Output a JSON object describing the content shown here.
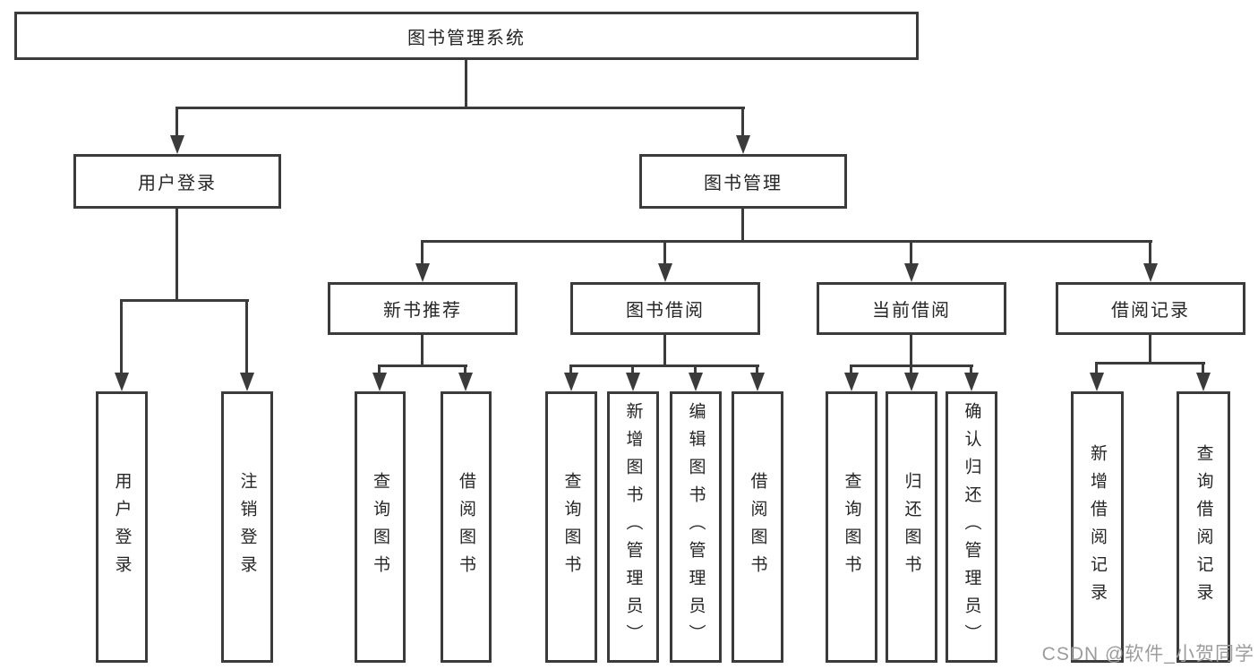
{
  "colors": {
    "line": "#3b3b3b",
    "text": "#262626",
    "watermark": "#9c9c9c",
    "background": "#ffffff"
  },
  "tree": {
    "root": "图书管理系统",
    "children": [
      {
        "label": "用户登录",
        "children": [
          "用户登录",
          "注销登录"
        ]
      },
      {
        "label": "图书管理",
        "children": [
          {
            "label": "新书推荐",
            "children": [
              "查询图书",
              "借阅图书"
            ]
          },
          {
            "label": "图书借阅",
            "children": [
              "查询图书",
              "新增图书（管理员）",
              "编辑图书（管理员）",
              "借阅图书"
            ]
          },
          {
            "label": "当前借阅",
            "children": [
              "查询图书",
              "归还图书",
              "确认归还（管理员）"
            ]
          },
          {
            "label": "借阅记录",
            "children": [
              "新增借阅记录",
              "查询借阅记录"
            ]
          }
        ]
      }
    ]
  },
  "watermark": {
    "text": "CSDN @软件_小贺同学"
  }
}
